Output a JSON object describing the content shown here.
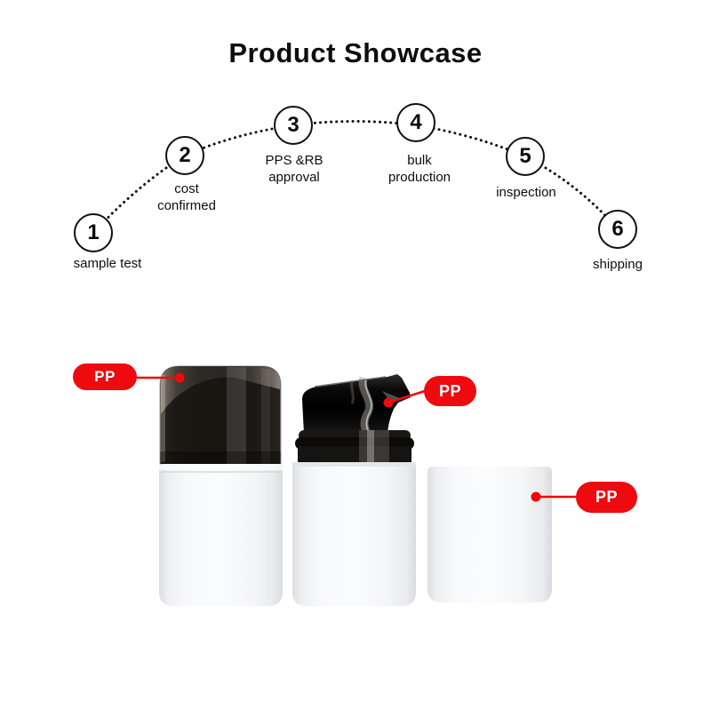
{
  "title": "Product Showcase",
  "accent_color": "#ee0a0e",
  "ink_color": "#101010",
  "process": {
    "steps": [
      {
        "number": "1",
        "lines": [
          "sample test"
        ]
      },
      {
        "number": "2",
        "lines": [
          "cost",
          "confirmed"
        ]
      },
      {
        "number": "3",
        "lines": [
          "PPS &RB",
          "approval"
        ]
      },
      {
        "number": "4",
        "lines": [
          "bulk",
          "production"
        ]
      },
      {
        "number": "5",
        "lines": [
          "inspection"
        ]
      },
      {
        "number": "6",
        "lines": [
          "shipping"
        ]
      }
    ]
  },
  "products": {
    "material_annotations": [
      {
        "text": "PP",
        "points_to": "smoky-cap"
      },
      {
        "text": "PP",
        "points_to": "pump-head"
      },
      {
        "text": "PP",
        "points_to": "bottle-body"
      }
    ]
  }
}
